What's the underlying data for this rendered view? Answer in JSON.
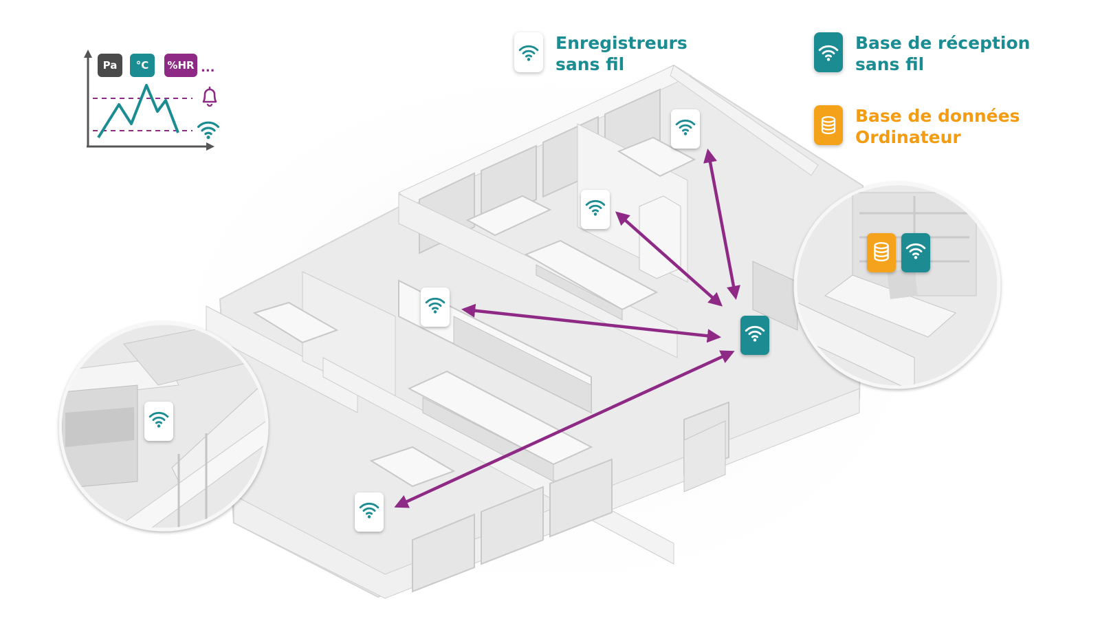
{
  "legend": {
    "wireless_loggers": {
      "line1": "Enregistreurs",
      "line2": "sans fil",
      "icon": "wifi-icon",
      "color": "#1a8c92"
    },
    "receiver_base": {
      "line1": "Base de réception",
      "line2": "sans fil",
      "icon": "wifi-icon",
      "color": "#1a8c92"
    },
    "database": {
      "line1": "Base de données",
      "line2": "Ordinateur",
      "icon": "database-icon",
      "color": "#f39c12"
    }
  },
  "mini_chart": {
    "tags": [
      {
        "label": "Pa",
        "color": "#4a4a4a"
      },
      {
        "label": "°C",
        "color": "#1a8c92"
      },
      {
        "label": "%HR",
        "color": "#8e2a86"
      }
    ],
    "more": "...",
    "alarm_icon": "bell-icon",
    "signal_icon": "wifi-icon"
  },
  "colors": {
    "teal": "#1a8c92",
    "purple": "#8e2a86",
    "orange": "#f5a21b",
    "floor": "#ececec"
  }
}
